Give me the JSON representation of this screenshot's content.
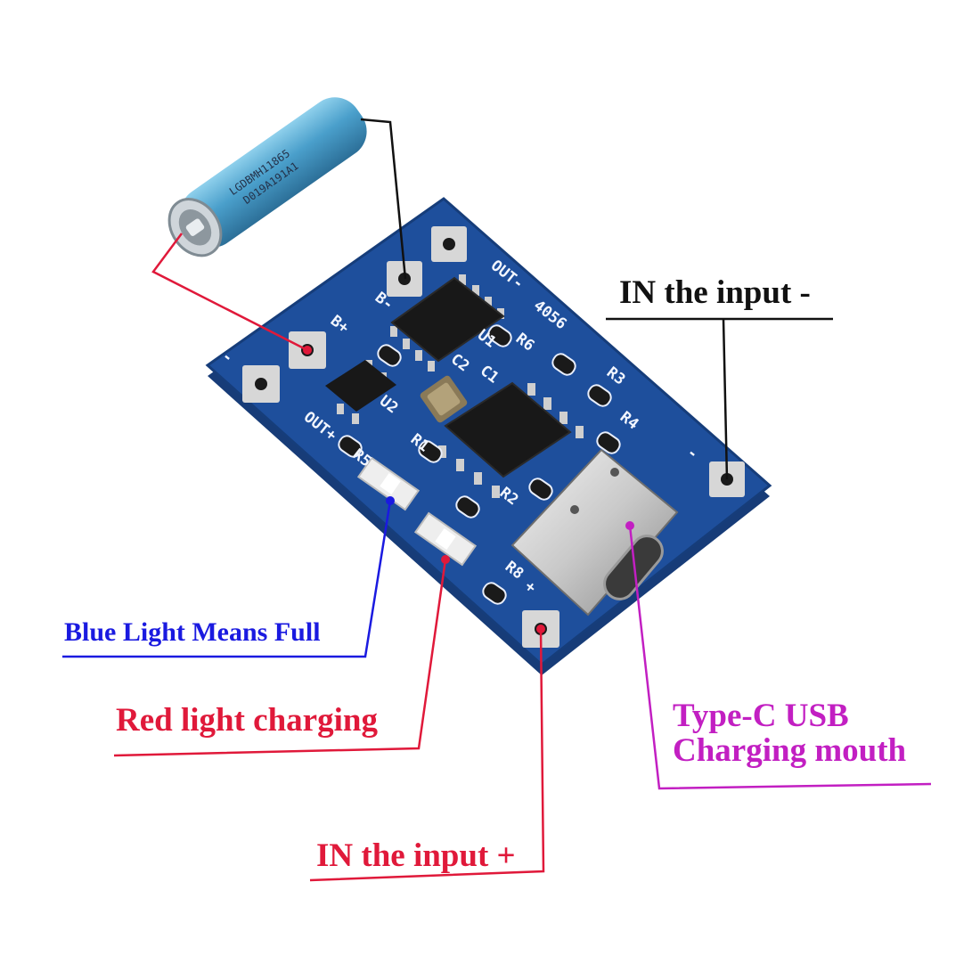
{
  "callouts": {
    "input_negative": "IN the input -",
    "blue_light": "Blue Light Means Full",
    "red_light": "Red light charging",
    "usb_line1": "Type-C USB",
    "usb_line2": "Charging mouth",
    "input_positive": "IN the input +"
  },
  "battery": {
    "label_line1": "LGDBMH11865",
    "label_line2": "D019A191A1"
  },
  "board": {
    "chip_code": "4056",
    "out_minus": "OUT-",
    "out_plus": "OUT+",
    "b_minus": "B-",
    "b_plus": "B+",
    "minus": "-",
    "plus": "+",
    "u1": "U1",
    "u2": "U2",
    "c1": "C1",
    "c2": "C2",
    "r1": "R1",
    "r2": "R2",
    "r3": "R3",
    "r4": "R4",
    "r5": "R5",
    "r6": "R6",
    "r8": "R8"
  },
  "colors": {
    "black_line": "#111111",
    "blue_line": "#1a1ae0",
    "red_line": "#e0193a",
    "magenta_line": "#c21fc2",
    "board_blue": "#1e4f9c",
    "battery_blue": "#4a9fcb"
  }
}
